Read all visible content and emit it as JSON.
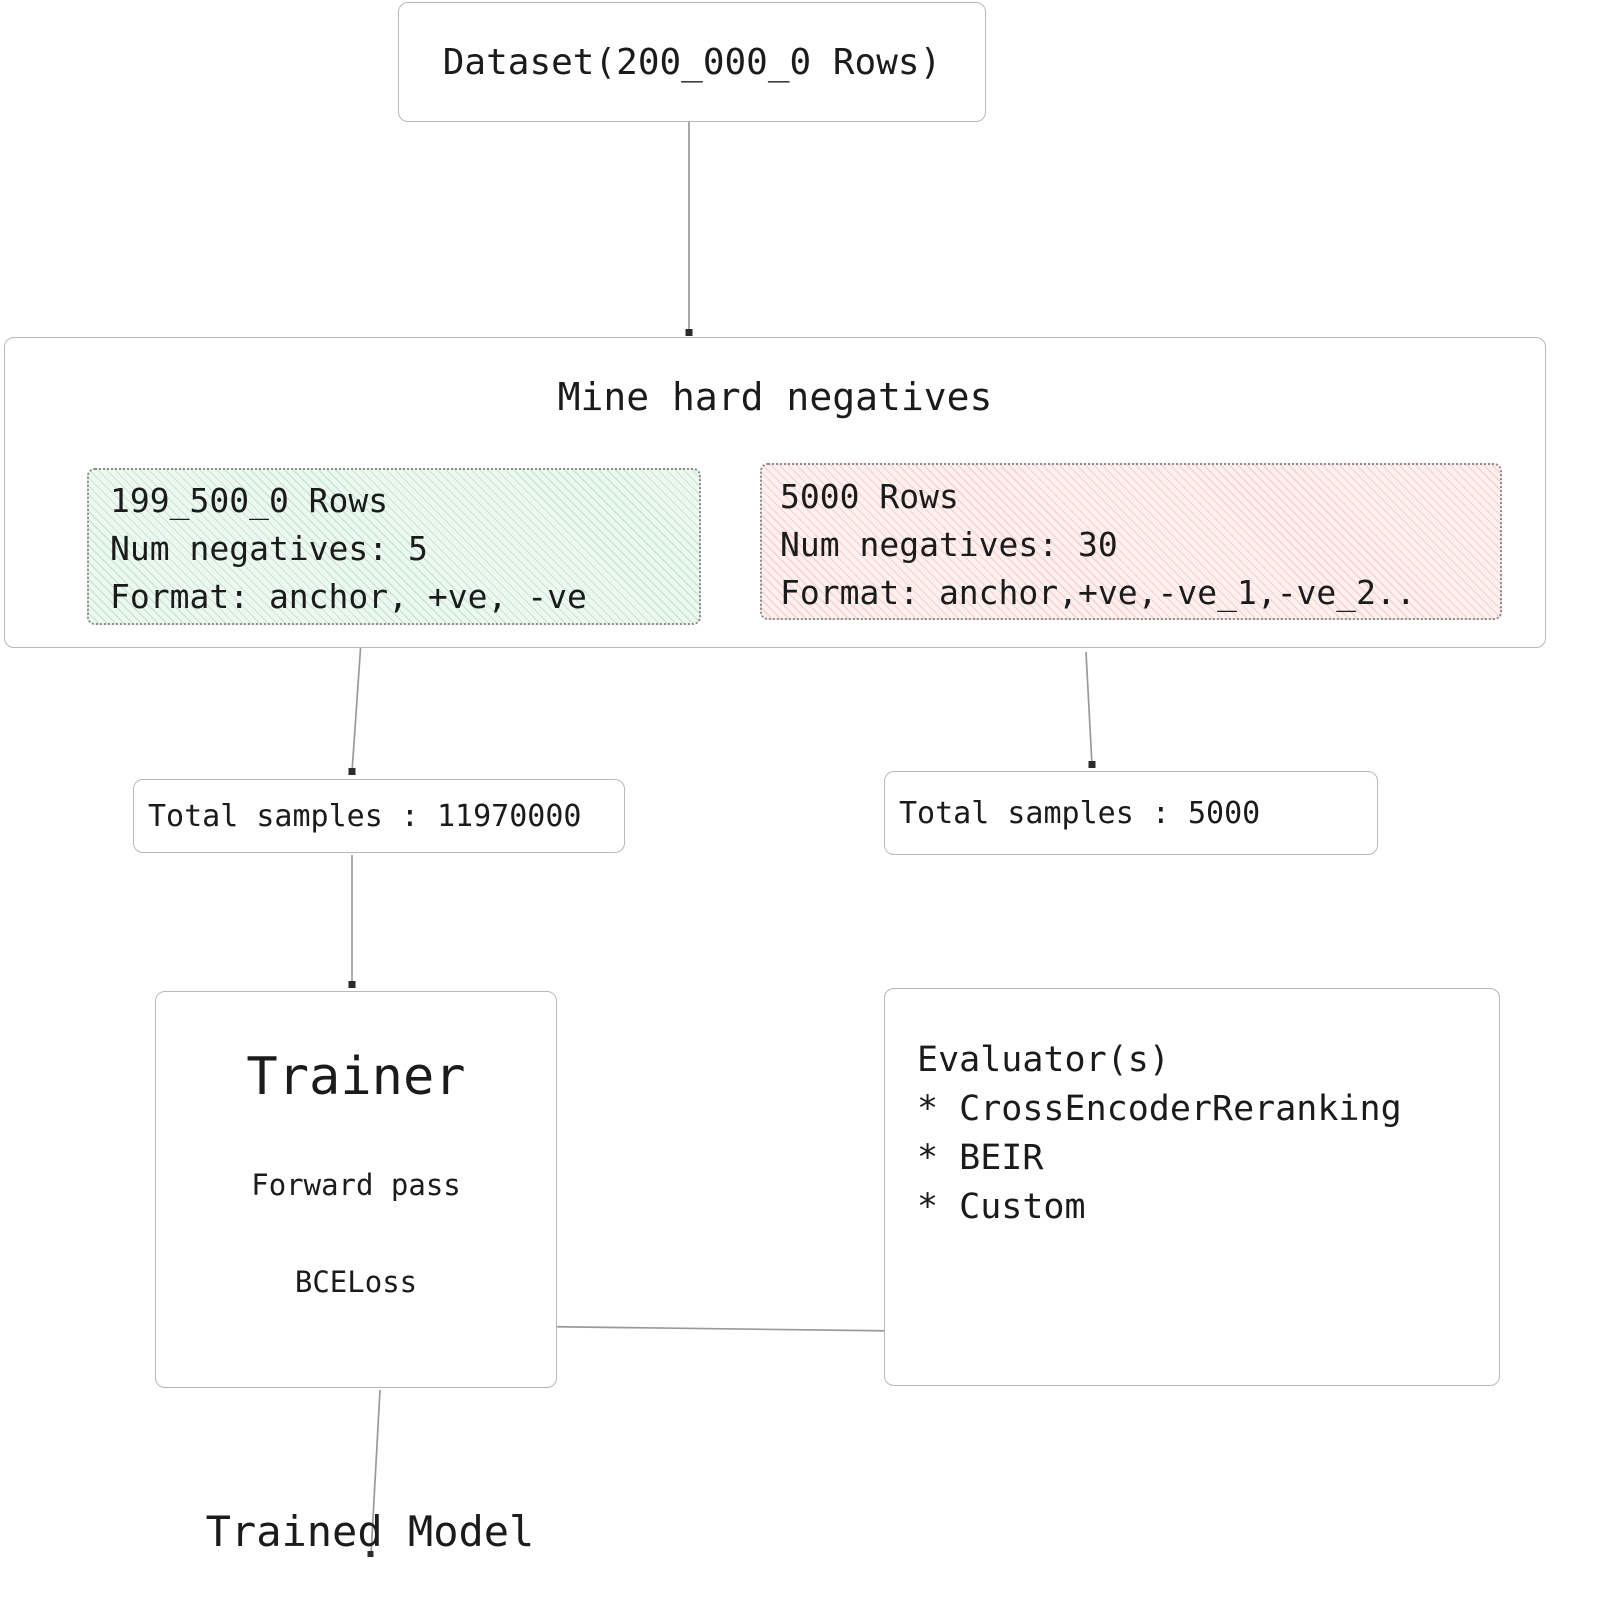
{
  "diagram": {
    "title": "CrossEncoder training pipeline flowchart",
    "colors": {
      "node_border": "#b9b9b9",
      "edge": "#9a9a9a",
      "text": "#1b1b1b",
      "green_fill": "#ecf8f0",
      "green_hatch": "#78be8c",
      "pink_fill": "#fdf0ef",
      "pink_hatch": "#e28278"
    }
  },
  "dataset": {
    "label": "Dataset(200_000_0 Rows)"
  },
  "mine": {
    "title": "Mine hard negatives",
    "train_split": {
      "rows": "199_500_0 Rows",
      "num_negatives": "Num negatives: 5",
      "format": "Format: anchor, +ve, -ve"
    },
    "eval_split": {
      "rows": "5000 Rows",
      "num_negatives": "Num negatives: 30",
      "format": "Format: anchor,+ve,-ve_1,-ve_2.."
    }
  },
  "totals": {
    "left": "Total samples : 11970000",
    "right": "Total samples : 5000"
  },
  "trainer": {
    "title": "Trainer",
    "forward_pass": "Forward pass",
    "loss": "BCELoss"
  },
  "evaluator": {
    "title": "Evaluator(s)",
    "items": [
      "* CrossEncoderReranking",
      "* BEIR",
      "* Custom"
    ]
  },
  "output": {
    "label": "Trained Model"
  }
}
